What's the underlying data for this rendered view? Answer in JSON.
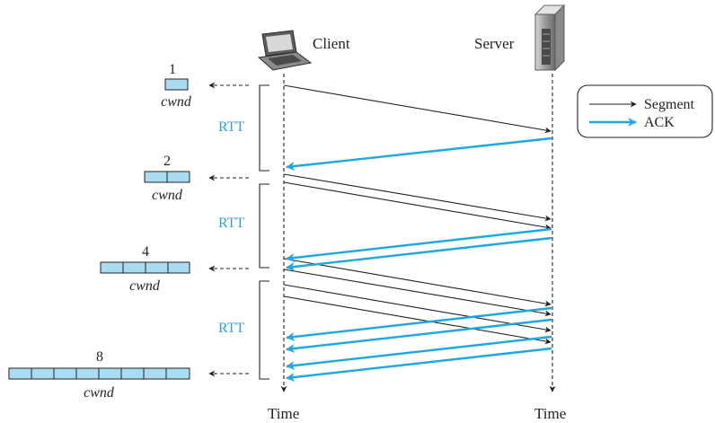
{
  "nodes": {
    "client_label": "Client",
    "server_label": "Server",
    "time_label_client": "Time",
    "time_label_server": "Time"
  },
  "legend": {
    "segment_label": "Segment",
    "ack_label": "ACK"
  },
  "rtt_labels": [
    "RTT",
    "RTT",
    "RTT"
  ],
  "cwnd": [
    {
      "size": "1",
      "label": "cwnd"
    },
    {
      "size": "2",
      "label": "cwnd"
    },
    {
      "size": "4",
      "label": "cwnd"
    },
    {
      "size": "8",
      "label": "cwnd"
    }
  ],
  "colors": {
    "segment": "#231f20",
    "ack": "#1fa7e0",
    "window_fill": "#a9dcf3"
  },
  "icons": {
    "client": "laptop-icon",
    "server": "server-tower-icon"
  }
}
